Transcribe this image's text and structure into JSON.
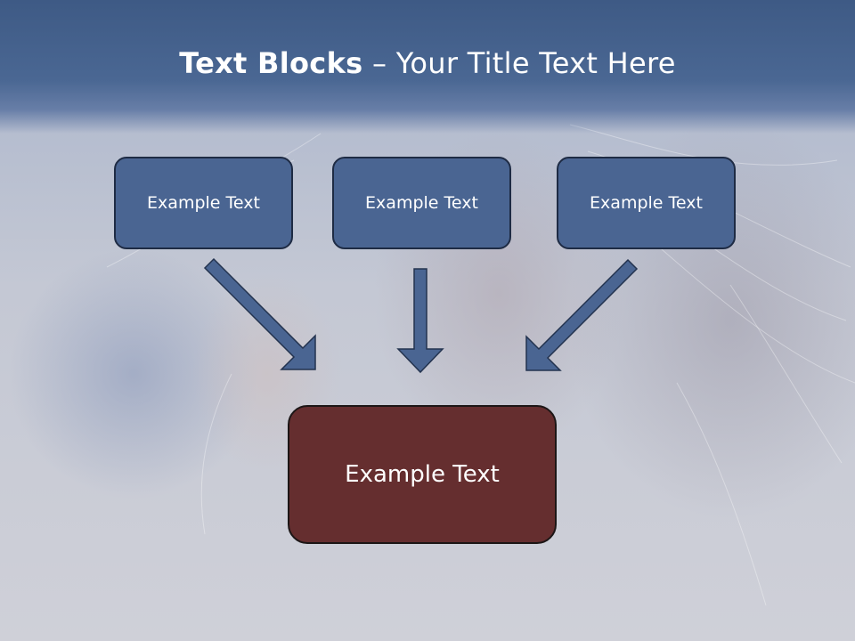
{
  "slide": {
    "title_bold": "Text Blocks",
    "title_rest": " – Your Title Text Here"
  },
  "diagram": {
    "top_boxes": [
      {
        "label": "Example Text"
      },
      {
        "label": "Example Text"
      },
      {
        "label": "Example Text"
      }
    ],
    "center_box": {
      "label": "Example Text"
    }
  },
  "colors": {
    "header": "#4a6793",
    "box_fill": "#4a6592",
    "center_fill": "#652e2f",
    "arrow_fill": "#4a6592"
  }
}
